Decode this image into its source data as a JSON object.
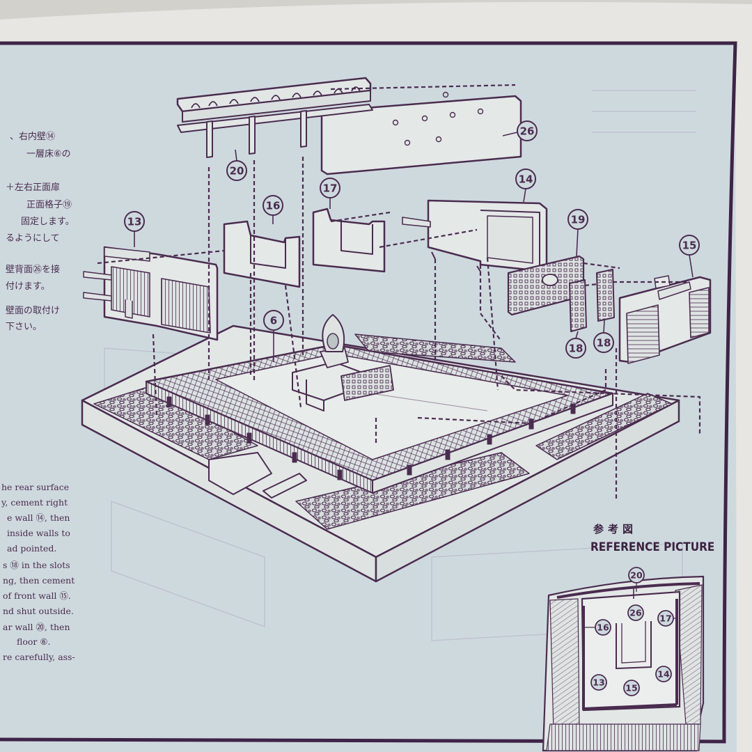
{
  "japanese_instructions": [
    "、右内壁⑭",
    "一層床⑥の",
    "＋左右正面扉",
    "正面格子⑲",
    "固定します。",
    "るようにして",
    "壁背面㉖を接",
    "付けます。",
    "壁面の取付け",
    "下さい。"
  ],
  "english_instructions": [
    "he rear surface",
    "y, cement right",
    "e wall ⑭, then",
    "inside walls to",
    "ad pointed.",
    "s ⑱ in the slots",
    "ng, then cement",
    "of front wall ⑮.",
    "nd shut outside.",
    "ar wall ⑳, then",
    "floor ⑥.",
    "re carefully, ass-"
  ],
  "part_labels": {
    "p6": "6",
    "p13": "13",
    "p14": "14",
    "p15": "15",
    "p16": "16",
    "p17": "17",
    "p18a": "18",
    "p18b": "18",
    "p19": "19",
    "p20": "20",
    "p26": "26"
  },
  "reference_picture": {
    "title_jp": "参考図",
    "title_en": "REFERENCE PICTURE",
    "labels": {
      "r20": "20",
      "r26": "26",
      "r16": "16",
      "r17": "17",
      "r13": "13",
      "r14": "14",
      "r15": "15"
    }
  },
  "colors": {
    "paper": "#ced9de",
    "ink": "#4a2c4f",
    "border": "#3e2447",
    "background": "#d3d1cc"
  }
}
